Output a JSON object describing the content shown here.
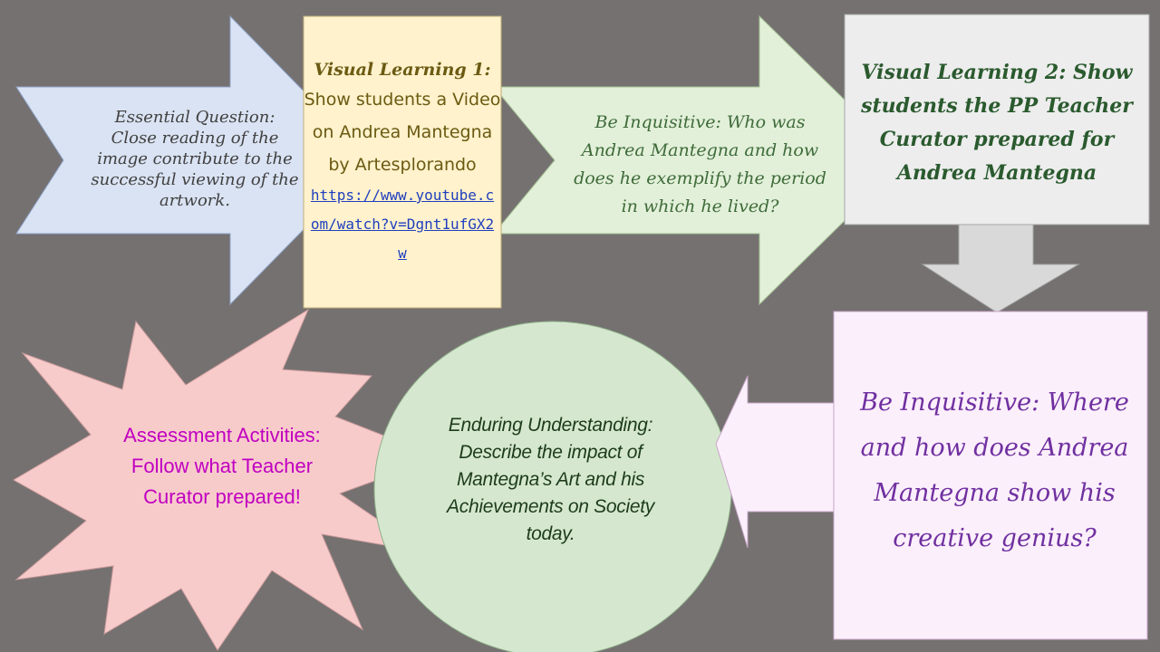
{
  "nodes": {
    "essential": {
      "text": "Essential Question: Close reading of the image contribute to the successful viewing of the artwork."
    },
    "visual_learning_1": {
      "heading": "Visual Learning 1:",
      "body": "Show students a Video on Andrea Mantegna by Artesplorando",
      "link": "https://www.youtube.com/watch?v=Dgnt1ufGX2w"
    },
    "inquisitive_1": {
      "text": "Be Inquisitive: Who was Andrea Mantegna and how does he exemplify the period in which he lived?"
    },
    "visual_learning_2": {
      "text": "Visual Learning 2: Show students the PP Teacher Curator prepared for Andrea Mantegna"
    },
    "inquisitive_2": {
      "text": "Be Inquisitive: Where and how does Andrea Mantegna show his creative genius?"
    },
    "enduring": {
      "text": "Enduring Understanding: Describe the impact of Mantegna’s Art and his Achievements on Society today."
    },
    "assessment": {
      "text": "Assessment Activities: Follow what Teacher Curator prepared!"
    }
  },
  "colors": {
    "background": "#757171",
    "essential_fill": "#dae3f3",
    "vl1_fill": "#fff2cc",
    "inquisitive1_fill": "#e2f0d9",
    "vl2_fill": "#ededed",
    "down_arrow_fill": "#d9d9d9",
    "inquisitive2_fill": "#fbeffb",
    "enduring_fill": "#d5e8cf",
    "assessment_fill": "#f8cbcb"
  }
}
